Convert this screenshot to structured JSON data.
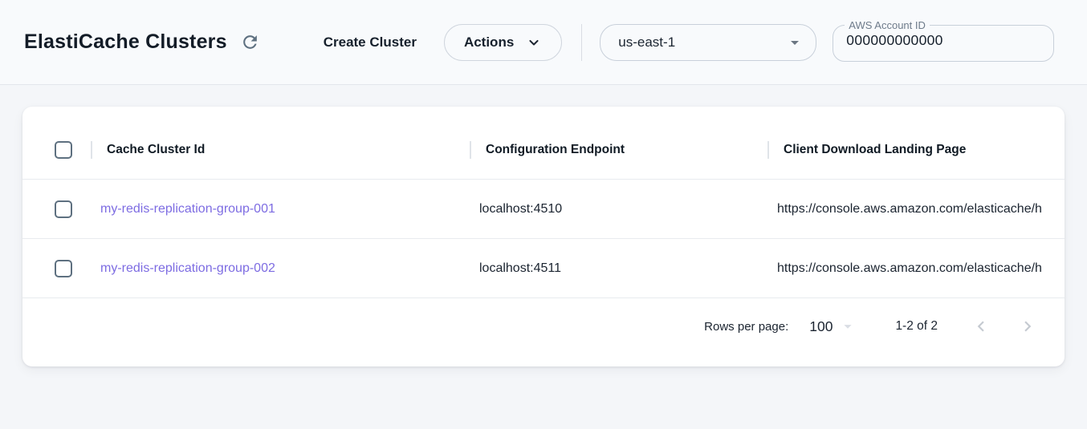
{
  "header": {
    "title": "ElastiCache Clusters",
    "create_cluster_label": "Create Cluster",
    "actions_label": "Actions",
    "region_selected": "us-east-1",
    "account_id": {
      "label": "AWS Account ID",
      "value": "000000000000"
    }
  },
  "table": {
    "columns": [
      "Cache Cluster Id",
      "Configuration Endpoint",
      "Client Download Landing Page"
    ],
    "rows": [
      {
        "cache_cluster_id": "my-redis-replication-group-001",
        "configuration_endpoint": "localhost:4510",
        "client_download_landing_page": "https://console.aws.amazon.com/elasticache/h"
      },
      {
        "cache_cluster_id": "my-redis-replication-group-002",
        "configuration_endpoint": "localhost:4511",
        "client_download_landing_page": "https://console.aws.amazon.com/elasticache/h"
      }
    ]
  },
  "pagination": {
    "rows_per_page_label": "Rows per page:",
    "rows_per_page_value": "100",
    "range_label": "1-2 of 2"
  },
  "icons": {
    "refresh-icon": "circular clockwise arrow",
    "chevron-down-icon": "chevron down",
    "dropdown-caret-icon": "filled triangle caret",
    "chevron-left-icon": "chevron left (disabled)",
    "chevron-right-icon": "chevron right (disabled)"
  },
  "colors": {
    "link": "#7d6ce2",
    "page_bg": "#f4f6f9",
    "header_bg": "#f8fafc",
    "card_bg": "#ffffff",
    "text_primary": "#16202c",
    "icon_slate": "#5e7080",
    "icon_disabled": "#c5cad1"
  }
}
